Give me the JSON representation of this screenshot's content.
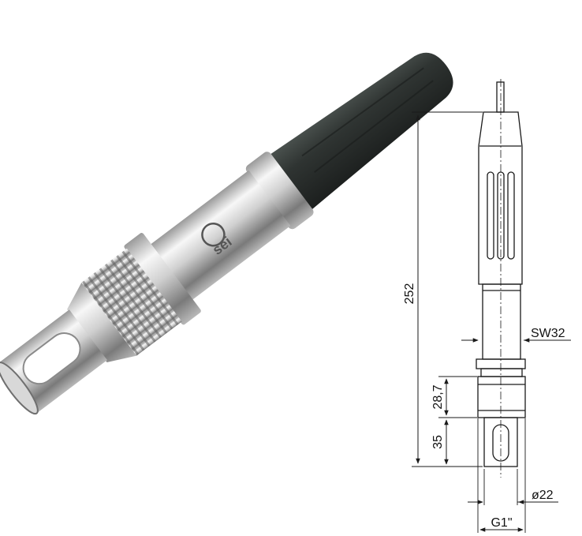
{
  "product": {
    "brand_logo_text": "sei",
    "colors": {
      "steel_light": "#f4f4f4",
      "steel_mid": "#c9c9c9",
      "steel_dark": "#6f6f6f",
      "rubber": "#2f3432",
      "line": "#1a1a1a"
    }
  },
  "drawing": {
    "dimensions": {
      "overall_length": "252",
      "wrench_size": "SW32",
      "thread_length": "28,7",
      "cage_length": "35",
      "diameter": "ø22",
      "thread": "G1\""
    }
  }
}
